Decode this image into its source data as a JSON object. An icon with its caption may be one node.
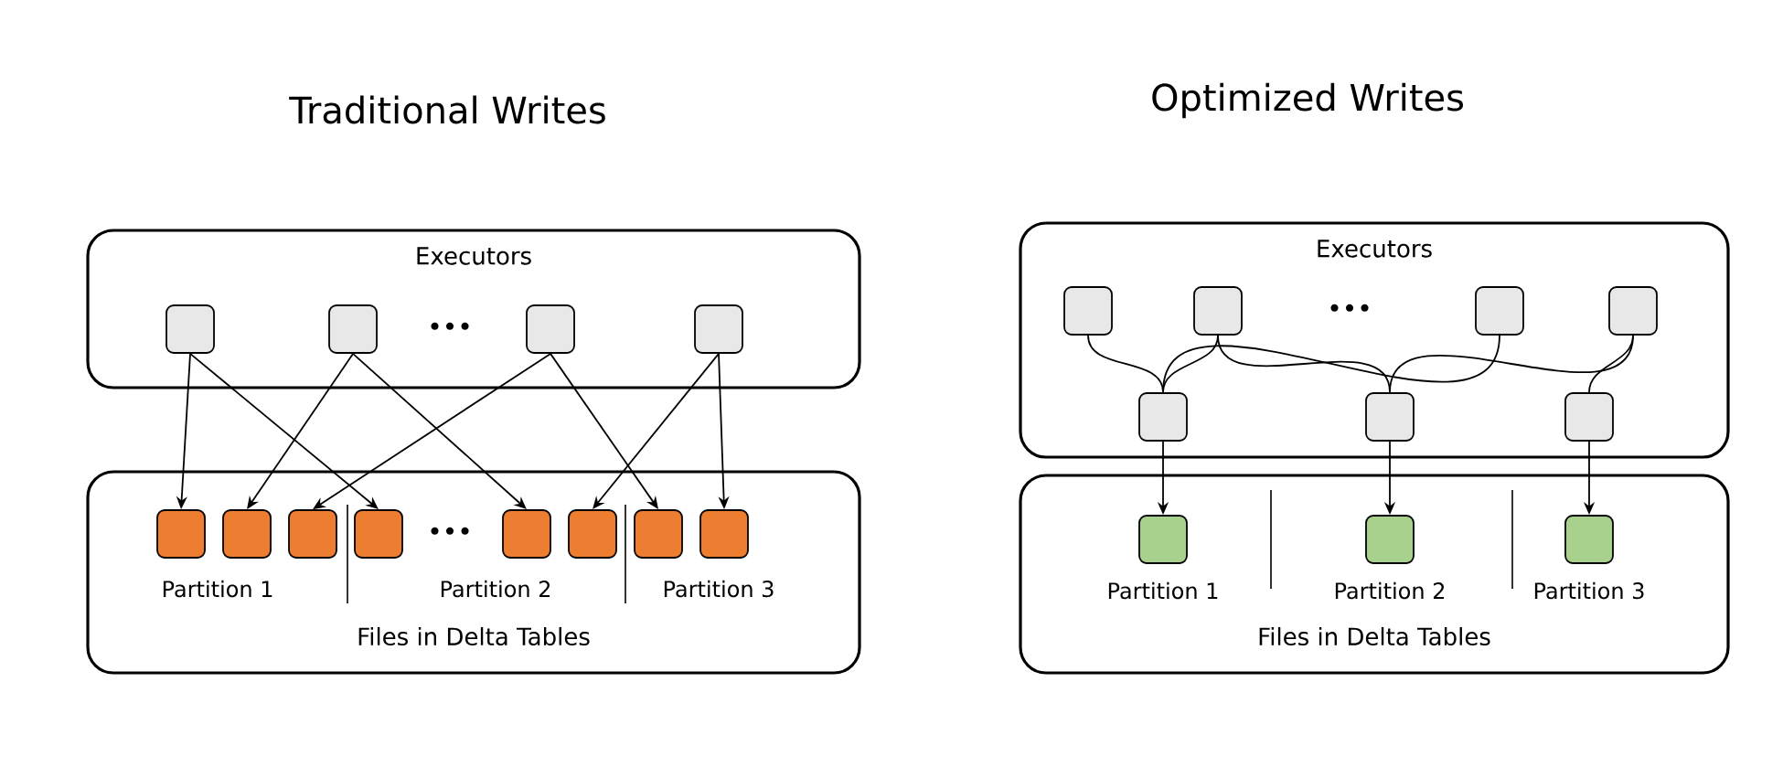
{
  "diagram": {
    "nodes": [
      {
        "text": [
          "Executors"
        ]
      },
      {
        "text": [],
        "shape": "box",
        "in": 0
      },
      {
        "text": [],
        "shape": "box",
        "in": 0
      },
      {
        "text": [],
        "shape": "box",
        "in": 0
      },
      {
        "text": [],
        "shape": "box",
        "in": 0
      },
      {
        "text": [
          "Files in Delta Tables"
        ]
      },
      {
        "text": [],
        "shape": "box",
        "in": 5
      },
      {
        "text": [],
        "shape": "box",
        "in": 5
      },
      {
        "text": [],
        "shape": "box",
        "in": 5
      },
      {
        "text": [],
        "shape": "box",
        "in": 5
      },
      {
        "text": [],
        "shape": "box",
        "in": 5
      },
      {
        "text": [],
        "shape": "box",
        "in": 5
      },
      {
        "text": [],
        "shape": "box",
        "in": 5
      },
      {
        "text": [],
        "shape": "box",
        "in": 5
      },
      {
        "text": [
          "Executors"
        ]
      },
      {
        "text": [],
        "shape": "box",
        "in": 14
      },
      {
        "text": [],
        "shape": "box",
        "in": 14
      },
      {
        "text": [],
        "shape": "box",
        "in": 14
      },
      {
        "text": [],
        "shape": "box",
        "in": 14
      },
      {
        "text": [],
        "shape": "box",
        "in": 14
      },
      {
        "text": [],
        "shape": "box",
        "in": 14
      },
      {
        "text": [],
        "shape": "box",
        "in": 14
      },
      {
        "text": [
          "Files in Delta Tables"
        ]
      },
      {
        "text": [],
        "shape": "box",
        "in": 22,
        "beside": [
          "Partition 1"
        ]
      },
      {
        "text": [],
        "shape": "box",
        "in": 22,
        "beside": [
          "Partition 2"
        ]
      },
      {
        "text": [],
        "shape": "box",
        "in": 22,
        "beside": [
          "Partition 3"
        ]
      }
    ],
    "edges": [
      {
        "from": 1,
        "to": 6,
        "arrow": "to"
      },
      {
        "from": 1,
        "to": 9,
        "arrow": "to"
      },
      {
        "from": 2,
        "to": 7,
        "arrow": "to"
      },
      {
        "from": 2,
        "to": 10,
        "arrow": "to"
      },
      {
        "from": 3,
        "to": 8,
        "arrow": "to"
      },
      {
        "from": 3,
        "to": 12,
        "arrow": "to"
      },
      {
        "from": 4,
        "to": 11,
        "arrow": "to"
      },
      {
        "from": 4,
        "to": 13,
        "arrow": "to"
      },
      {
        "from": 15,
        "to": 19,
        "arrow": "none"
      },
      {
        "from": 16,
        "to": 19,
        "arrow": "none"
      },
      {
        "from": 16,
        "to": 20,
        "arrow": "none"
      },
      {
        "from": 17,
        "to": 19,
        "arrow": "none"
      },
      {
        "from": 18,
        "to": 20,
        "arrow": "none"
      },
      {
        "from": 18,
        "to": 21,
        "arrow": "none"
      },
      {
        "from": 19,
        "to": 23,
        "arrow": "to"
      },
      {
        "from": 20,
        "to": 24,
        "arrow": "to"
      },
      {
        "from": 21,
        "to": 25,
        "arrow": "to"
      }
    ],
    "labels": [
      "Traditional Writes",
      "Optimized Writes",
      "•••",
      "•••",
      "•••",
      "Partition 1",
      "Partition 2",
      "Partition 3"
    ]
  }
}
